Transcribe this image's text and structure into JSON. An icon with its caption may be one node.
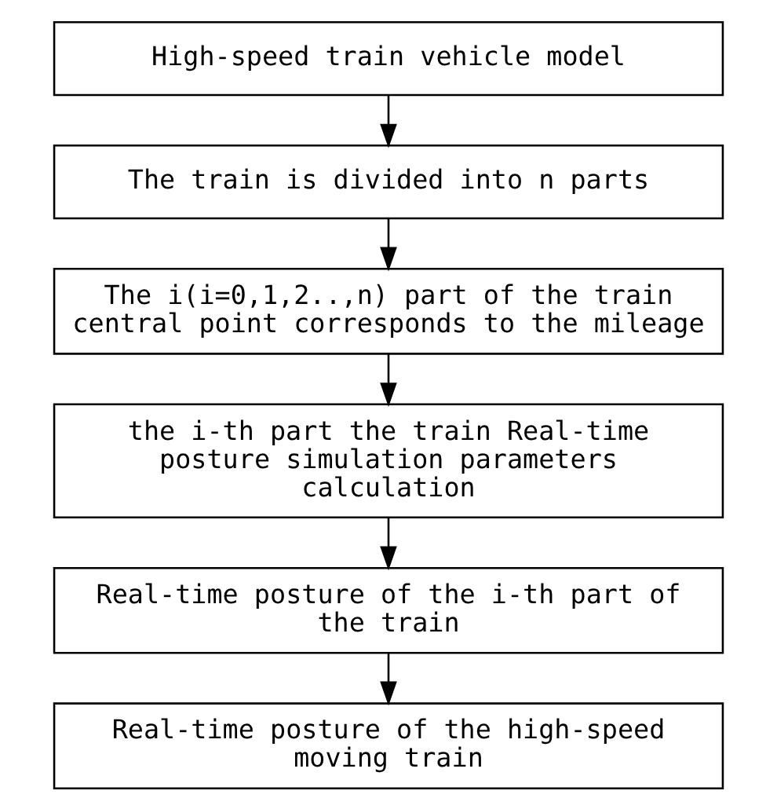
{
  "diagram": {
    "nodes": [
      {
        "text": [
          "High-speed train vehicle model"
        ]
      },
      {
        "text": [
          "The train is divided into n parts"
        ]
      },
      {
        "text": [
          "The i(i=0,1,2..,n) part of the train central point corresponds to the mileage"
        ]
      },
      {
        "text": [
          "the i-th part the train Real-time posture simulation parameters calculation"
        ]
      },
      {
        "text": [
          "Real-time posture of the i-th part of the train"
        ]
      },
      {
        "text": [
          "Real-time posture of the high-speed moving train"
        ]
      }
    ],
    "edges": [
      {
        "from": 0,
        "to": 1,
        "arrow": "to"
      },
      {
        "from": 1,
        "to": 2,
        "arrow": "to"
      },
      {
        "from": 2,
        "to": 3,
        "arrow": "to"
      },
      {
        "from": 3,
        "to": 4,
        "arrow": "to"
      },
      {
        "from": 4,
        "to": 5,
        "arrow": "to"
      }
    ]
  }
}
